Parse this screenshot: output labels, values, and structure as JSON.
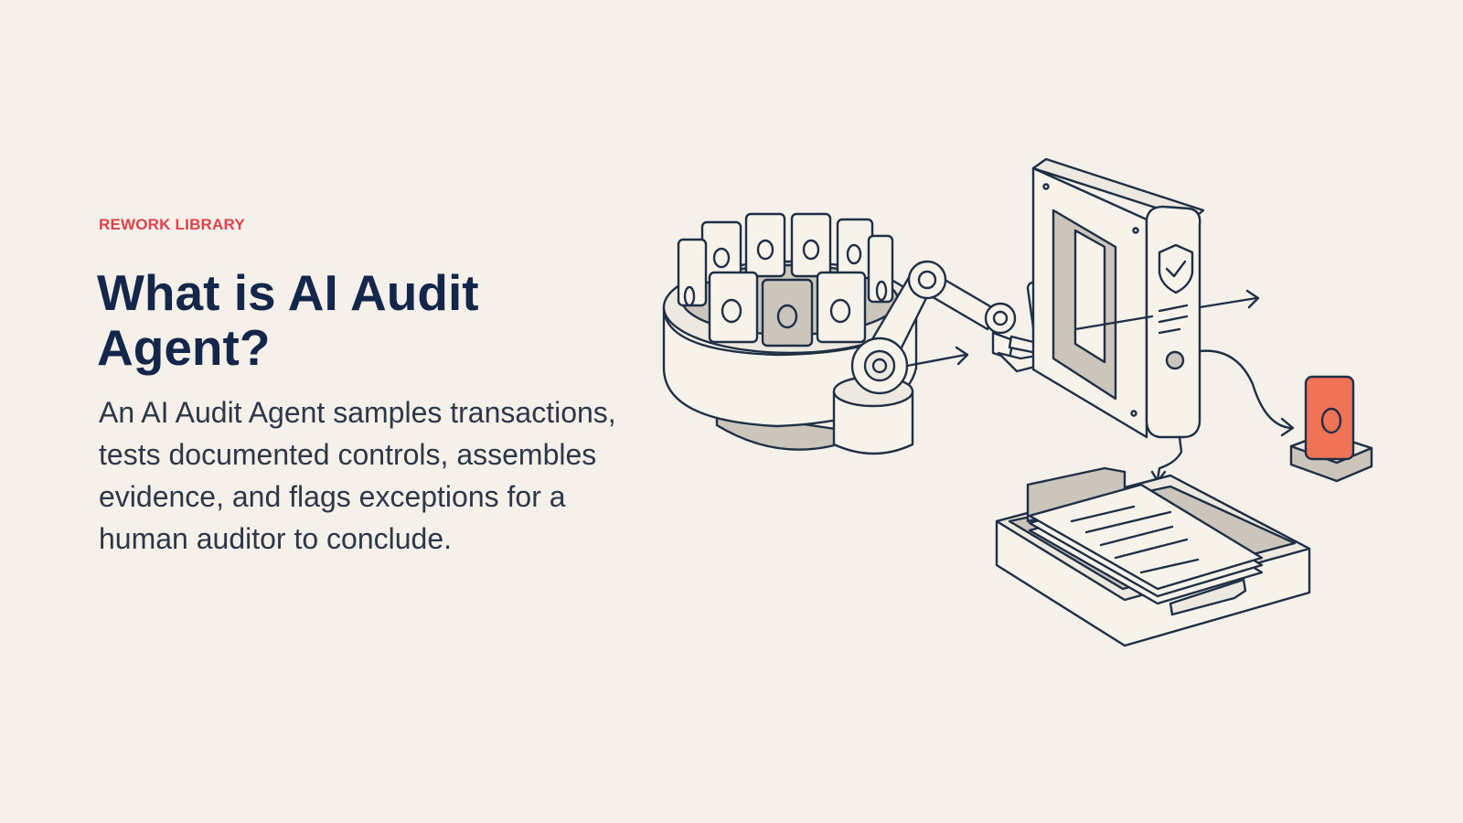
{
  "eyebrow": "REWORK LIBRARY",
  "title": "What is AI Audit Agent?",
  "description": "An AI Audit Agent samples transactions, tests documented controls, assembles evidence, and flags exceptions for a human auditor to conclude.",
  "colors": {
    "background": "#F5F1EA",
    "eyebrow": "#E0424B",
    "title": "#14274A",
    "body_text": "#2D3748",
    "line_art": "#1F2F45",
    "accent": "#F07356"
  },
  "illustration": {
    "icons": [
      "card-carousel-icon",
      "robot-arm-icon",
      "scanner-gate-icon",
      "shield-check-icon",
      "document-tray-icon",
      "exception-card-icon"
    ]
  }
}
